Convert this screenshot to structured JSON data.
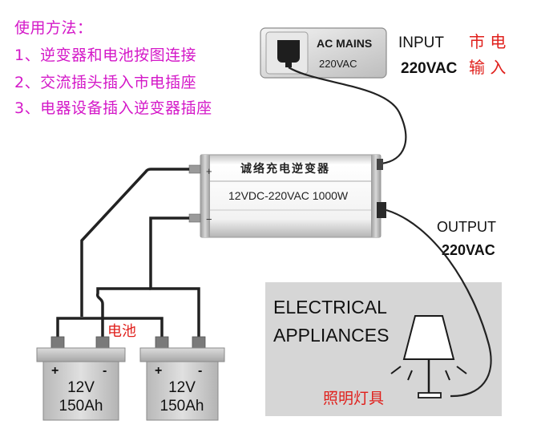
{
  "instructions": {
    "title": "使用方法：",
    "steps": [
      "1、逆变器和电池按图连接",
      "2、交流插头插入市电插座",
      "3、电器设备插入逆变器插座"
    ]
  },
  "ac_mains": {
    "label": "AC MAINS",
    "voltage": "220VAC"
  },
  "input": {
    "label": "INPUT",
    "voltage": "220VAC",
    "cn_top": "市 电",
    "cn_bottom": "输 入"
  },
  "inverter": {
    "title": "诚络充电逆变器",
    "spec": "12VDC-220VAC 1000W",
    "plus": "+",
    "minus": "−"
  },
  "output": {
    "label": "OUTPUT",
    "voltage": "220VAC"
  },
  "appliances": {
    "line1": "ELECTRICAL",
    "line2": "APPLIANCES",
    "lamp_label": "照明灯具"
  },
  "battery_label": "电池",
  "batteries": [
    {
      "plus": "+",
      "minus": "-",
      "voltage": "12V",
      "capacity": "150Ah"
    },
    {
      "plus": "+",
      "minus": "-",
      "voltage": "12V",
      "capacity": "150Ah"
    }
  ],
  "colors": {
    "instruction_text": "#d418c8",
    "chinese_label": "#e0201c",
    "panel_bg": "#d6d6d6",
    "wire": "#222222"
  }
}
